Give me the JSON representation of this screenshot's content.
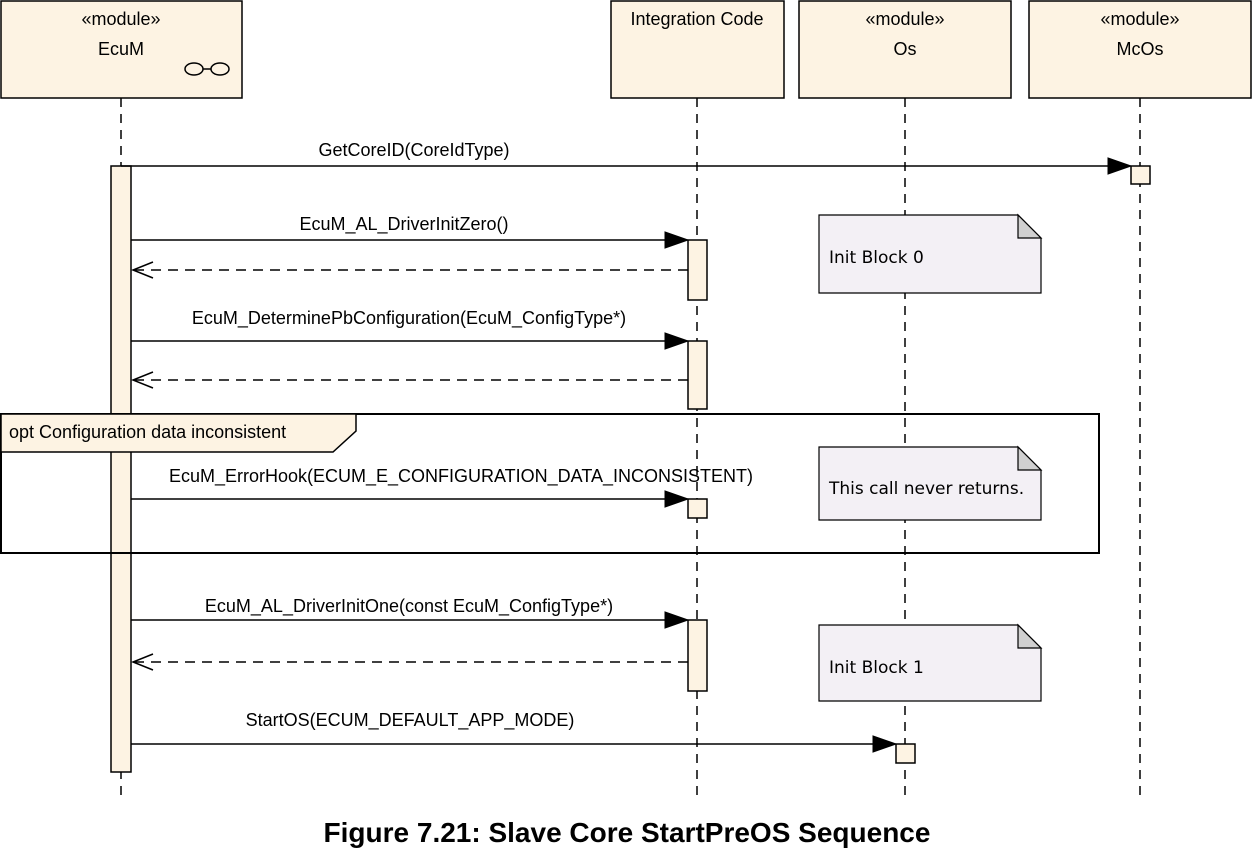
{
  "lifelines": [
    {
      "stereotype": "«module»",
      "name": "EcuM"
    },
    {
      "stereotype": "",
      "name": "Integration Code"
    },
    {
      "stereotype": "«module»",
      "name": "Os"
    },
    {
      "stereotype": "«module»",
      "name": "McOs"
    }
  ],
  "messages": {
    "get_core_id": "GetCoreID(CoreIdType)",
    "driver_init_zero": "EcuM_AL_DriverInitZero()",
    "determine_pb": "EcuM_DeterminePbConfiguration(EcuM_ConfigType*)",
    "error_hook": "EcuM_ErrorHook(ECUM_E_CONFIGURATION_DATA_INCONSISTENT)",
    "driver_init_one": "EcuM_AL_DriverInitOne(const EcuM_ConfigType*)",
    "start_os": "StartOS(ECUM_DEFAULT_APP_MODE)"
  },
  "fragment": {
    "label": "opt Configuration data inconsistent"
  },
  "notes": {
    "init_block_0": "Init Block 0",
    "never_returns": "This call never returns.",
    "init_block_1": "Init Block 1"
  },
  "caption": "Figure 7.21: Slave Core StartPreOS Sequence",
  "colors": {
    "lifeline_fill": "#fdf3e3",
    "note_fill": "#f3f0f5"
  }
}
